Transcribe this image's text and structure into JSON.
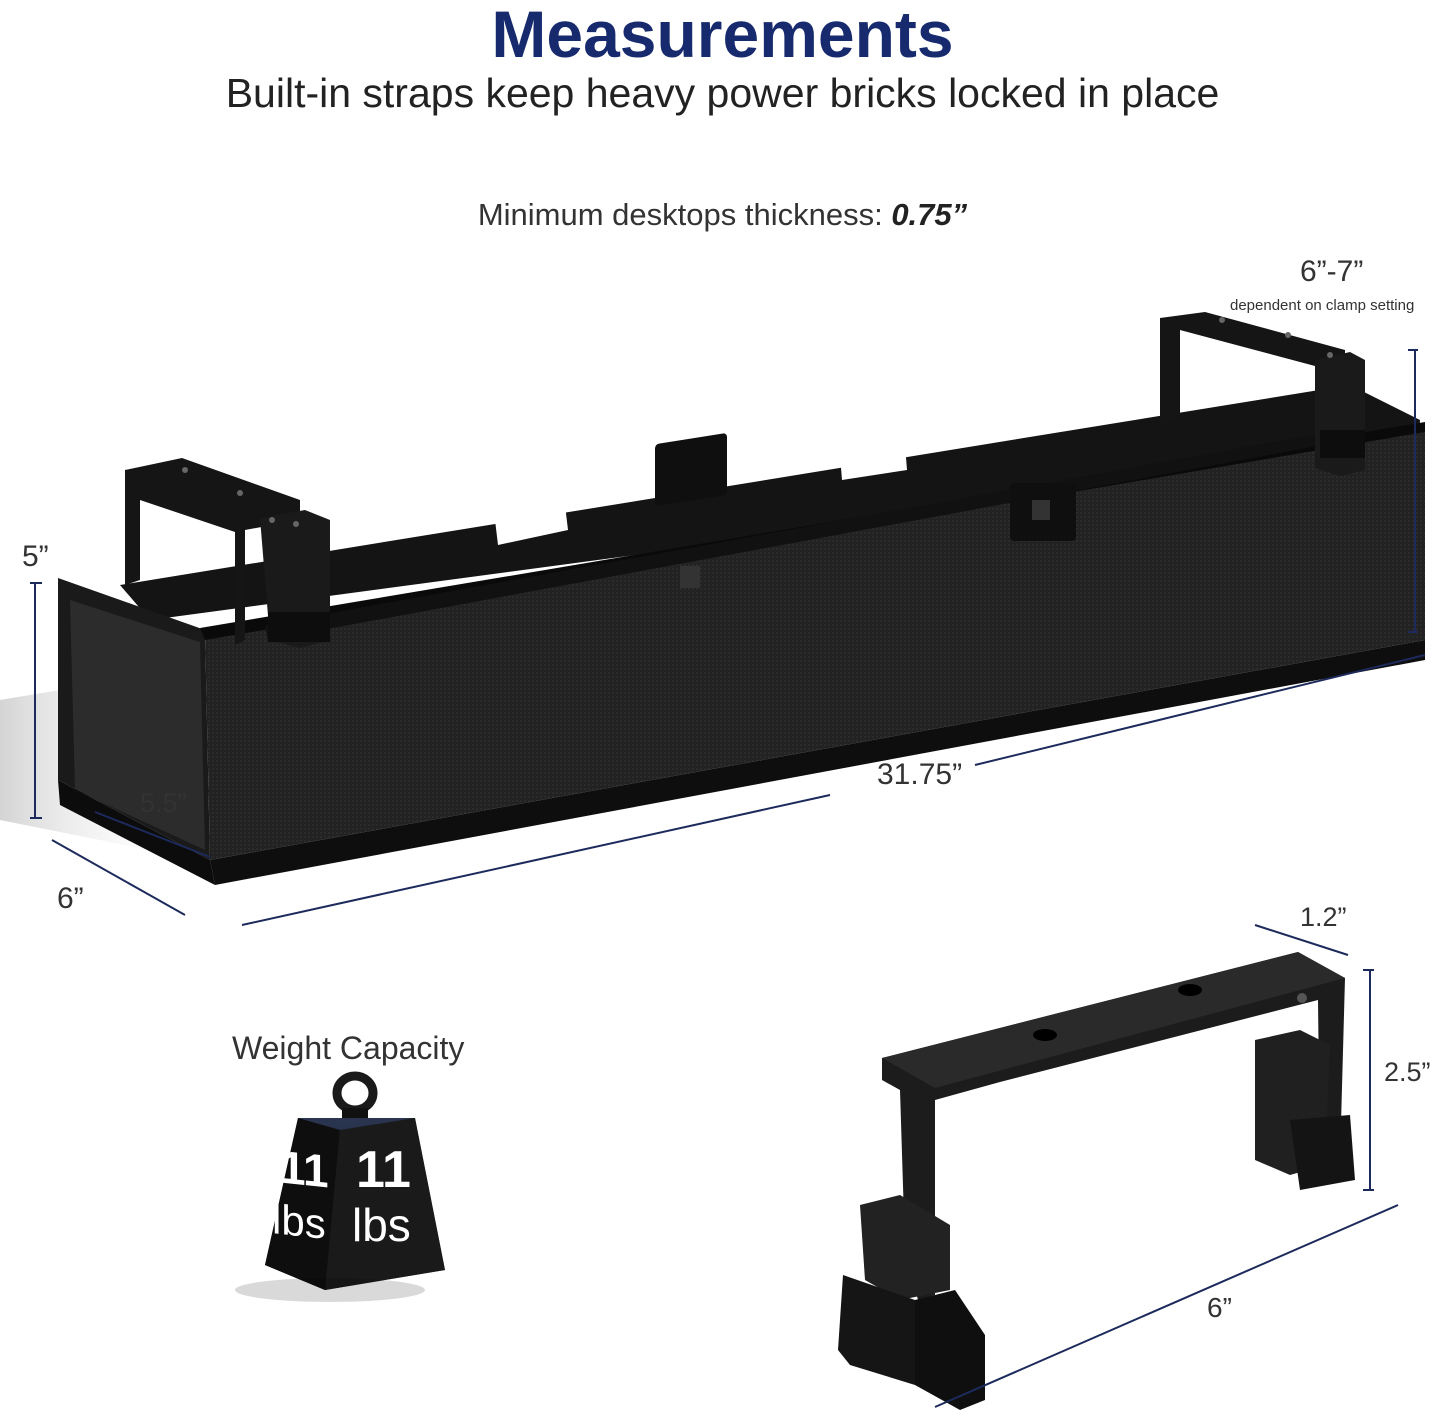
{
  "header": {
    "title": "Measurements",
    "subtitle": "Built-in straps keep heavy power bricks locked in place"
  },
  "note": {
    "prefix": "Minimum desktops thickness: ",
    "value": "0.75”"
  },
  "dimensions": {
    "clamp_range": "6”-7”",
    "clamp_note": "dependent on clamp setting",
    "height": "5”",
    "inner_depth": "5.5”",
    "depth": "6”",
    "length": "31.75”",
    "bracket_top": "1.2”",
    "bracket_height": "2.5”",
    "bracket_width": "6”"
  },
  "weight": {
    "label": "Weight Capacity",
    "value": "11",
    "unit": "lbs"
  },
  "colors": {
    "title": "#172a6e",
    "dim_line": "#1c2a5c",
    "product": "#1b1b1b"
  }
}
